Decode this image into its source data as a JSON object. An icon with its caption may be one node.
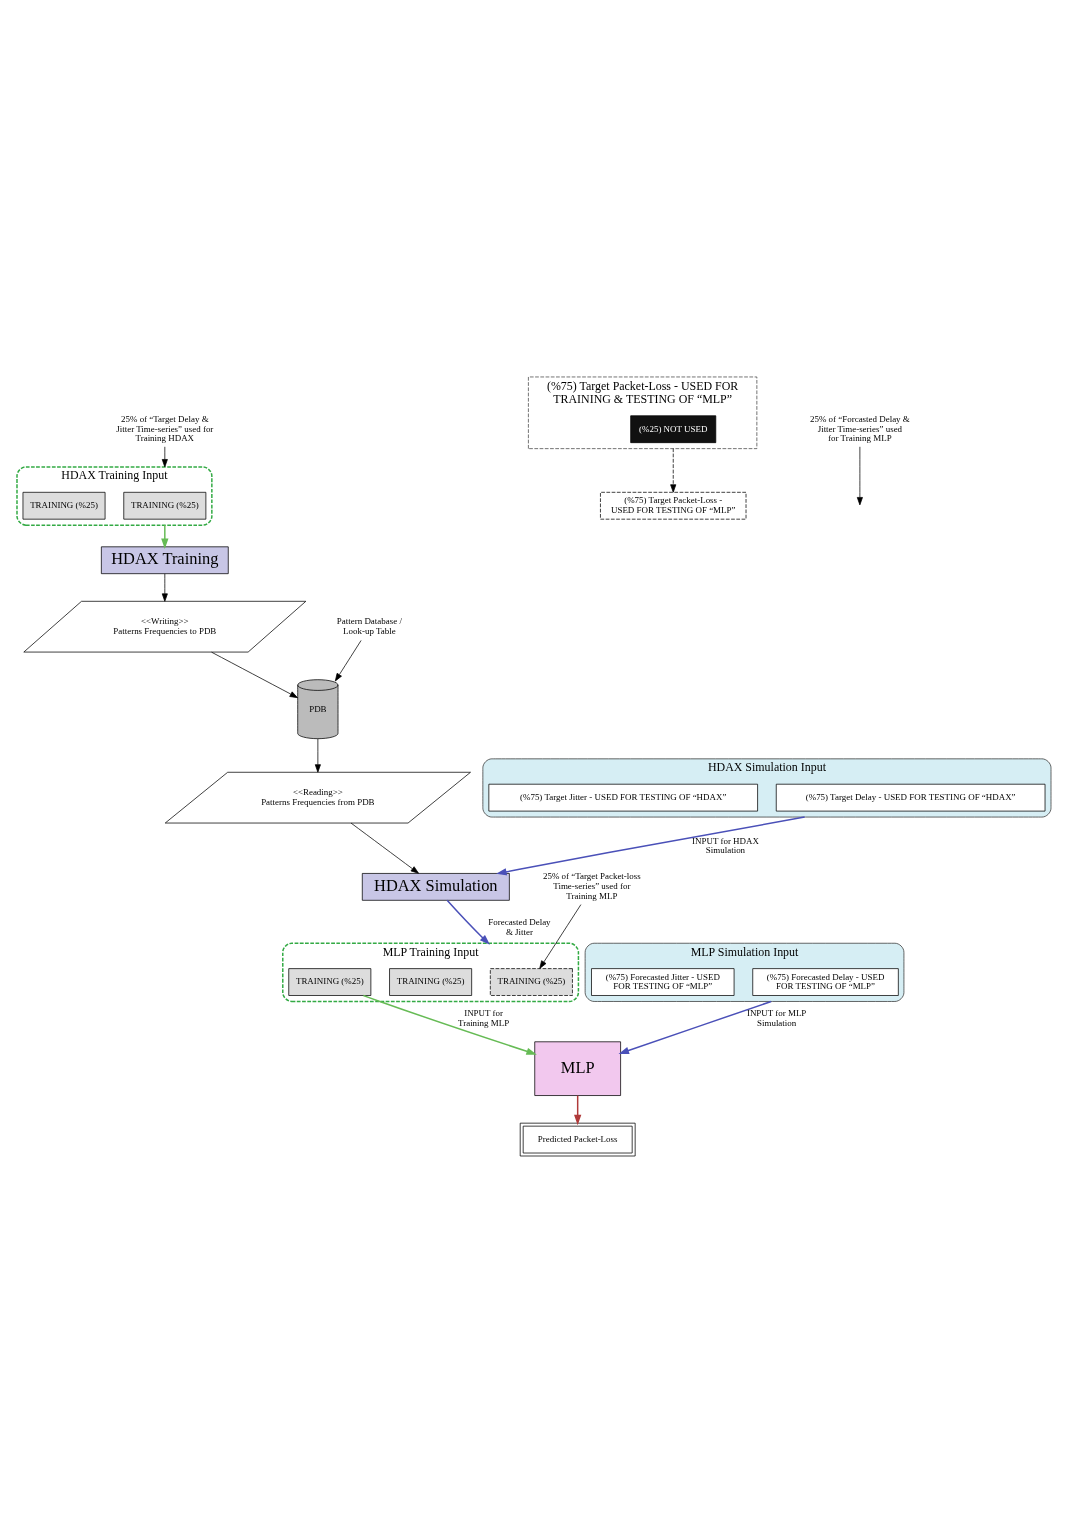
{
  "diagram": {
    "nodes": [
      {
        "text": [
          "25% of “Target Delay & Jitter Time-series” used for Training HDAX"
        ]
      },
      {
        "text": [
          "(%75) Target Packet-Loss - USED FOR TRAINING & TESTING OF “MLP”"
        ]
      },
      {
        "text": [
          "(%25) NOT USED"
        ],
        "in": 1
      },
      {
        "text": [
          "HDAX Training Input"
        ]
      },
      {
        "text": [
          "TRAINING (%25)"
        ],
        "in": 3
      },
      {
        "text": [
          "TRAINING (%25)"
        ],
        "in": 3
      },
      {
        "text": [
          "HDAX Simulation Input"
        ]
      },
      {
        "text": [
          "(%75) Target Delay - USED FOR TESTING OF “HDAX”"
        ],
        "in": 6
      },
      {
        "text": [
          "(%75) Target Jitter - USED FOR TESTING OF “HDAX”"
        ],
        "in": 6
      },
      {
        "text": [
          "HDAX Training"
        ]
      },
      {
        "text": [
          "Pattern Database / Look-up Table"
        ]
      },
      {
        "text": [
          "<<Writing>>",
          "Patterns Frequencies to PDB"
        ]
      },
      {
        "text": [
          "PDB"
        ]
      },
      {
        "text": [
          "<<Reading>>",
          "Patterns Frequencies from PDB"
        ]
      },
      {
        "text": [
          "HDAX Simulation"
        ]
      },
      {
        "text": [
          "MLP Training Input"
        ]
      },
      {
        "text": [
          "TRAINING (%25)"
        ],
        "in": 15
      },
      {
        "text": [
          "TRAINING (%25)"
        ],
        "in": 15
      },
      {
        "text": [
          "TRAINING (%25)"
        ],
        "in": 15
      },
      {
        "text": [
          "(%75) Target Packet-Loss - USED FOR TESTING OF “MLP”"
        ]
      },
      {
        "text": [
          "MLP Simulation Input"
        ]
      },
      {
        "text": [
          "(%75) Forecasted Delay - USED FOR TESTING OF “MLP”"
        ],
        "in": 20
      },
      {
        "text": [
          "(%75) Forecasted Jitter - USED FOR TESTING OF “MLP”"
        ],
        "in": 20
      },
      {
        "text": [
          "25% of “Target Packet-loss Time-series” used for Training MLP"
        ]
      },
      {
        "text": [
          "25% of “Forcasted Delay & Jitter Time-series” used for Training MLP"
        ]
      },
      {
        "text": [
          "MLP"
        ]
      },
      {
        "text": [
          "Predicted Packet-Loss"
        ]
      }
    ],
    "edges": [
      {
        "from": 0,
        "to": 3,
        "arrow": "to"
      },
      {
        "from": 3,
        "to": 9,
        "arrow": "to",
        "color": "#66bb55"
      },
      {
        "from": 6,
        "to": 14,
        "arrow": "to",
        "label": "INPUT for HDAX Simulation",
        "color": "#4a50b8"
      },
      {
        "from": 9,
        "to": 11,
        "arrow": "to"
      },
      {
        "from": 10,
        "to": 12,
        "arrow": "to"
      },
      {
        "from": 11,
        "to": 12,
        "arrow": "to"
      },
      {
        "from": 12,
        "to": 13,
        "arrow": "to"
      },
      {
        "from": 13,
        "to": 14,
        "arrow": "to"
      },
      {
        "from": 14,
        "to": 15,
        "arrow": "to",
        "label": "Forecasted Delay & Jitter",
        "color": "#4a50b8"
      },
      {
        "from": 1,
        "to": 19,
        "arrow": "to",
        "style": "dashed"
      },
      {
        "from": 23,
        "to": 16,
        "arrow": "to"
      },
      {
        "from": 24,
        "to": null,
        "arrow": "to"
      },
      {
        "from": 18,
        "to": 25,
        "arrow": "to",
        "label": "INPUT for Training MLP",
        "color": "#66bb55"
      },
      {
        "from": 20,
        "to": 25,
        "arrow": "to",
        "label": "INPUT for MLP Simulation",
        "color": "#4a50b8"
      },
      {
        "from": 25,
        "to": 26,
        "arrow": "to",
        "color": "#b03a3a"
      }
    ]
  }
}
